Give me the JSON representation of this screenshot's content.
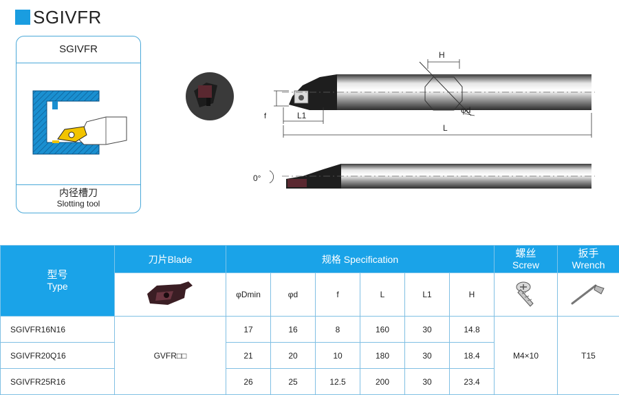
{
  "title": "SGIVFR",
  "card": {
    "heading": "SGIVFR",
    "caption_cn": "内径槽刀",
    "caption_en": "Slotting tool"
  },
  "drawing": {
    "dim_H": "H",
    "dim_phi_d": "φd",
    "dim_f": "f",
    "dim_L1": "L1",
    "dim_L": "L",
    "angle": "0°"
  },
  "table": {
    "type_cn": "型号",
    "type_en": "Type",
    "blade": "刀片Blade",
    "spec": "规格 Specification",
    "screw_cn": "螺丝",
    "screw_en": "Screw",
    "wrench_cn": "扳手",
    "wrench_en": "Wrench",
    "cols": [
      "φDmin",
      "φd",
      "f",
      "L",
      "L1",
      "H"
    ],
    "blade_value": "GVFR□□",
    "screw_value": "M4×10",
    "wrench_value": "T15",
    "rows": [
      {
        "type": "SGIVFR16N16",
        "vals": [
          "17",
          "16",
          "8",
          "160",
          "30",
          "14.8"
        ]
      },
      {
        "type": "SGIVFR20Q16",
        "vals": [
          "21",
          "20",
          "10",
          "180",
          "30",
          "18.4"
        ]
      },
      {
        "type": "SGIVFR25R16",
        "vals": [
          "26",
          "25",
          "12.5",
          "200",
          "30",
          "23.4"
        ]
      }
    ]
  },
  "colors": {
    "accent": "#1aa3e8",
    "insert": "#f2c400",
    "hatch": "#1a8fd0"
  }
}
